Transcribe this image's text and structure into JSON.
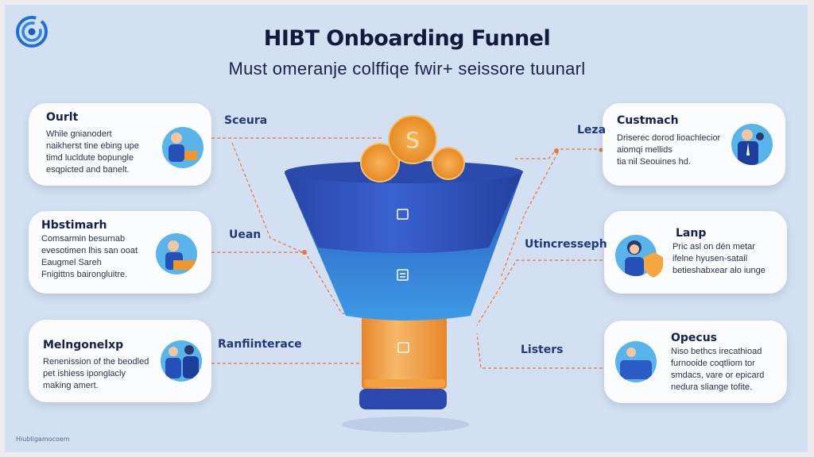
{
  "header": {
    "title": "HIBT Onboarding Funnel",
    "subtitle": "Must omeranje colffiqe fwir+ seissore tuunarl",
    "logo_icon": "circular-swirl-logo-icon"
  },
  "cards_left": [
    {
      "title": "Ourlt",
      "lines": [
        "While gnianodert",
        "naikherst tine ebing upe",
        "timd lucldute bopungle",
        "esqpicted and banelt."
      ]
    },
    {
      "title": "Hbstimarh",
      "lines": [
        "Comsarmin besurnab",
        "evesotimen lhis san ooat",
        "Eaugmel Sareh",
        "Fnigittns bairongluitre."
      ]
    },
    {
      "title": "Melngonelxp",
      "lines": [
        "Renenission of the beodled",
        "pet ishiess iponglacly",
        "making amert."
      ]
    }
  ],
  "cards_right": [
    {
      "title": "Custmach",
      "lines": [
        "Driserec dorod lioachlecior",
        "aiomqi mellids",
        "tia nil Seouines hd."
      ]
    },
    {
      "title": "Lanp",
      "lines": [
        "Pric asl on dén metar",
        "ifelne hyusen-satail",
        "betieshabxear alo iunge"
      ]
    },
    {
      "title": "Opecus",
      "lines": [
        "Niso bethcs irecathioad",
        "furnooide coqtliom tor",
        "smdacs, vare or epicard",
        "nedura sliange tofite."
      ]
    }
  ],
  "stage_labels": {
    "left": [
      "Sceura",
      "Uean",
      "Ranfiinterace"
    ],
    "right": [
      "Leza",
      "Utincresseph",
      "Listers"
    ]
  },
  "footer": {
    "text": "Hiubligamocoem"
  },
  "colors": {
    "background": "#d3e0f2",
    "funnel_blue": "#2f56c4",
    "funnel_light": "#3a8be0",
    "orange": "#f0962e",
    "connector": "#e8743a",
    "title": "#141a3c"
  }
}
